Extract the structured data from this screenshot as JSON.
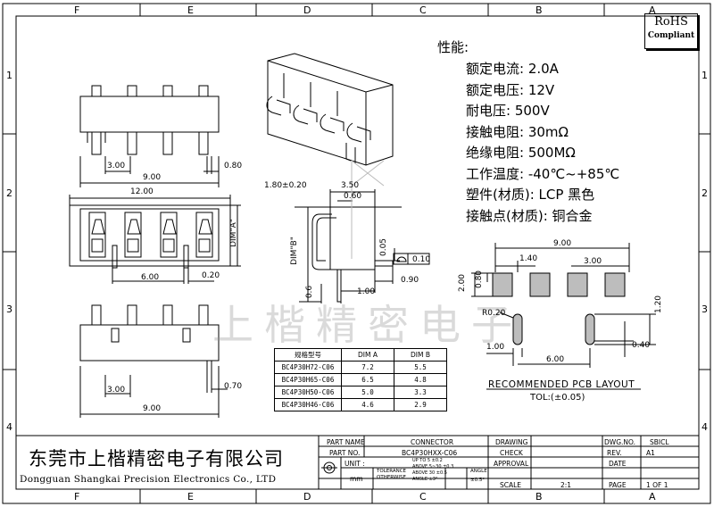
{
  "zones_top": [
    "F",
    "E",
    "D",
    "C",
    "B",
    "A"
  ],
  "zones_bottom": [
    "F",
    "E",
    "D",
    "C",
    "B",
    "A"
  ],
  "zones_left": [
    "1",
    "2",
    "3",
    "4"
  ],
  "zones_right": [
    "1",
    "2",
    "3",
    "4"
  ],
  "rohs": {
    "title": "RoHS",
    "subtitle": "Compliant"
  },
  "specs": {
    "heading": "性能:",
    "lines": [
      "额定电流: 2.0A",
      "额定电压: 12V",
      "耐电压: 500V",
      "接触电阻: 30mΩ",
      "绝缘电阻: 500MΩ",
      "工作温度: -40℃~+85℃",
      "塑件(材质): LCP 黑色",
      "接触点(材质): 铜合金"
    ]
  },
  "dims": {
    "top_pitch": "3.00",
    "top_total": "9.00",
    "top_pin": "0.80",
    "front_width": "12.00",
    "front_pitch": "6.00",
    "front_pin": "0.20",
    "front_dim_a": "DIM\"A\"",
    "side_top": "3.50",
    "side_left": "1.80±0.20",
    "side_inner": "0.60",
    "side_dim_b": "DIM\"B\"",
    "side_05": "0.05",
    "side_06": "0.6",
    "side_100": "1.00",
    "side_090": "0.90",
    "side_010": "0.10",
    "bottom_pitch": "3.00",
    "bottom_total": "9.00",
    "bottom_pin": "0.70",
    "pcb_total": "9.00",
    "pcb_140": "1.40",
    "pcb_300": "3.00",
    "pcb_200": "2.00",
    "pcb_080": "0.80",
    "pcb_r": "R0.20",
    "pcb_120": "1.20",
    "pcb_100": "1.00",
    "pcb_600": "6.00",
    "pcb_040": "0.40"
  },
  "pcb_caption": "RECOMMENDED PCB LAYOUT",
  "pcb_tol": "TOL:(±0.05)",
  "dim_table": {
    "headers": [
      "规格型号",
      "DIM A",
      "DIM B"
    ],
    "rows": [
      [
        "BC4P30H72-C06",
        "7.2",
        "5.5"
      ],
      [
        "BC4P30H65-C06",
        "6.5",
        "4.8"
      ],
      [
        "BC4P30H50-C06",
        "5.0",
        "3.3"
      ],
      [
        "BC4P30H46-C06",
        "4.6",
        "2.9"
      ]
    ]
  },
  "watermark": "上楷精密电子",
  "company_cn": "东莞市上楷精密电子有限公司",
  "company_en": "Dongguan Shangkai Precision Electronics Co., LTD",
  "title_block": {
    "part_name_label": "PART NAME",
    "part_name": "CONNECTOR",
    "part_no_label": "PART NO.",
    "part_no": "BC4P30HXX-C06",
    "unit_label": "UNIT :",
    "unit": "mm",
    "tolerance_label": "TOLERANCE",
    "otherwise_label": "OTHERWISE",
    "tol_rows": [
      [
        "UP TO 5",
        "±0.2"
      ],
      [
        "ABOVE 5~30",
        "±0.3"
      ],
      [
        "ABOVE 30",
        "±0.5"
      ],
      [
        "ANGLE",
        "±3°"
      ]
    ],
    "angle_label": "ANGLE",
    "angle_val": "±0.5°",
    "drawing_label": "DRAWING",
    "check_label": "CHECK",
    "approval_label": "APPROVAL",
    "scale_label": "SCALE",
    "scale": "2:1",
    "dwg_label": "DWG.NO.",
    "dwg": "SBICL",
    "rev_label": "REV.",
    "rev": "A1",
    "date_label": "DATE",
    "page_label": "PAGE",
    "page": "1 OF 1"
  }
}
